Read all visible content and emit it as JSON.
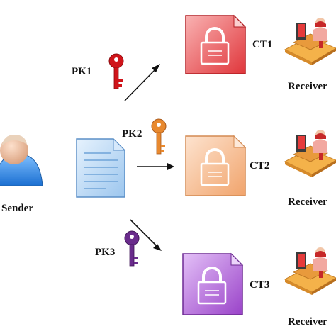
{
  "sender": {
    "label": "Sender"
  },
  "keys": [
    {
      "label": "PK1",
      "color": "#d0141a"
    },
    {
      "label": "PK2",
      "color": "#e8892f"
    },
    {
      "label": "PK3",
      "color": "#6a2c8c"
    }
  ],
  "ciphertexts": [
    {
      "label": "CT1",
      "color": "#e8484c",
      "light": "#f6a2a2"
    },
    {
      "label": "CT2",
      "color": "#f4b88a",
      "light": "#fbdcc4"
    },
    {
      "label": "CT3",
      "color": "#a657d0",
      "light": "#d7aef0"
    }
  ],
  "receivers": [
    {
      "label": "Receiver"
    },
    {
      "label": "Receiver"
    },
    {
      "label": "Receiver"
    }
  ],
  "colors": {
    "document": "#bcd9f5",
    "document_edge": "#5b8fc7",
    "person_body": "#3b8fe0",
    "person_skin": "#f2c6a8"
  }
}
